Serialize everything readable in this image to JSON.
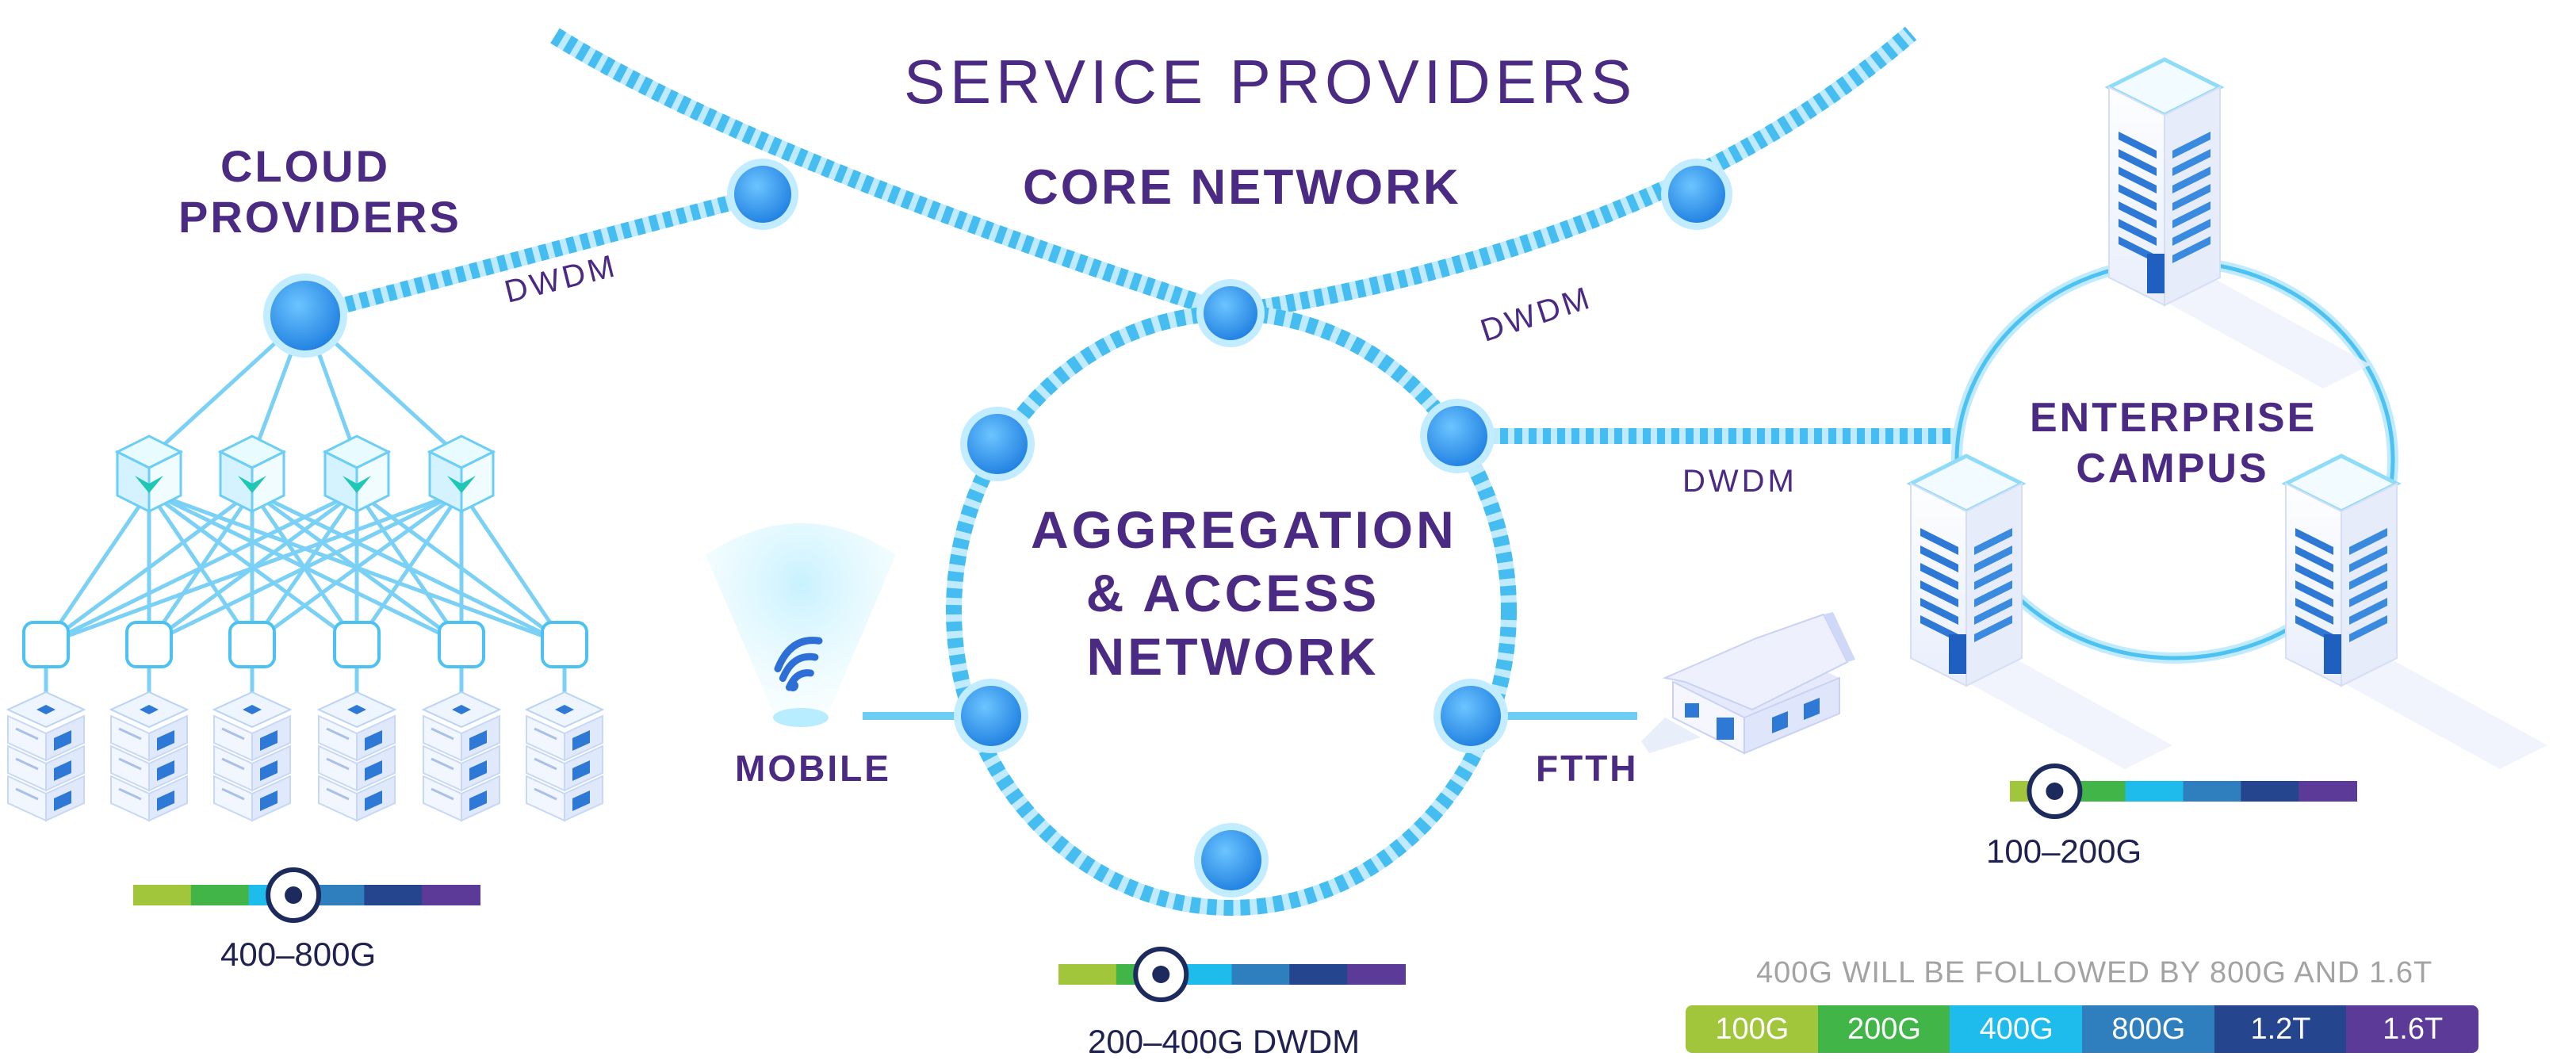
{
  "title": "SERVICE PROVIDERS",
  "core_network": "CORE NETWORK",
  "cloud_providers": [
    "CLOUD",
    "PROVIDERS"
  ],
  "aggregation": [
    "AGGREGATION",
    "& ACCESS",
    "NETWORK"
  ],
  "enterprise": [
    "ENTERPRISE",
    "CAMPUS"
  ],
  "mobile": "MOBILE",
  "ftth": "FTTH",
  "dwdm_label": "DWDM",
  "ranges": {
    "cloud": "400–800G",
    "aggregation": "200–400G DWDM",
    "enterprise": "100–200G"
  },
  "legend_note": "400G WILL BE FOLLOWED BY 800G AND 1.6T",
  "legend": [
    {
      "label": "100G",
      "color": "#a2c63b"
    },
    {
      "label": "200G",
      "color": "#42b549"
    },
    {
      "label": "400G",
      "color": "#1ebcec"
    },
    {
      "label": "800G",
      "color": "#2f7fbf"
    },
    {
      "label": "1.2T",
      "color": "#25468e"
    },
    {
      "label": "1.6T",
      "color": "#5c3a98"
    }
  ],
  "speed_scales": {
    "cloud": "400G",
    "aggregation": "200G",
    "enterprise": "100G"
  },
  "colors": {
    "text": "#4a2a82",
    "link": "#4cc2f2",
    "node": "#2d8ee6",
    "node_ring": "#c2ecff"
  }
}
